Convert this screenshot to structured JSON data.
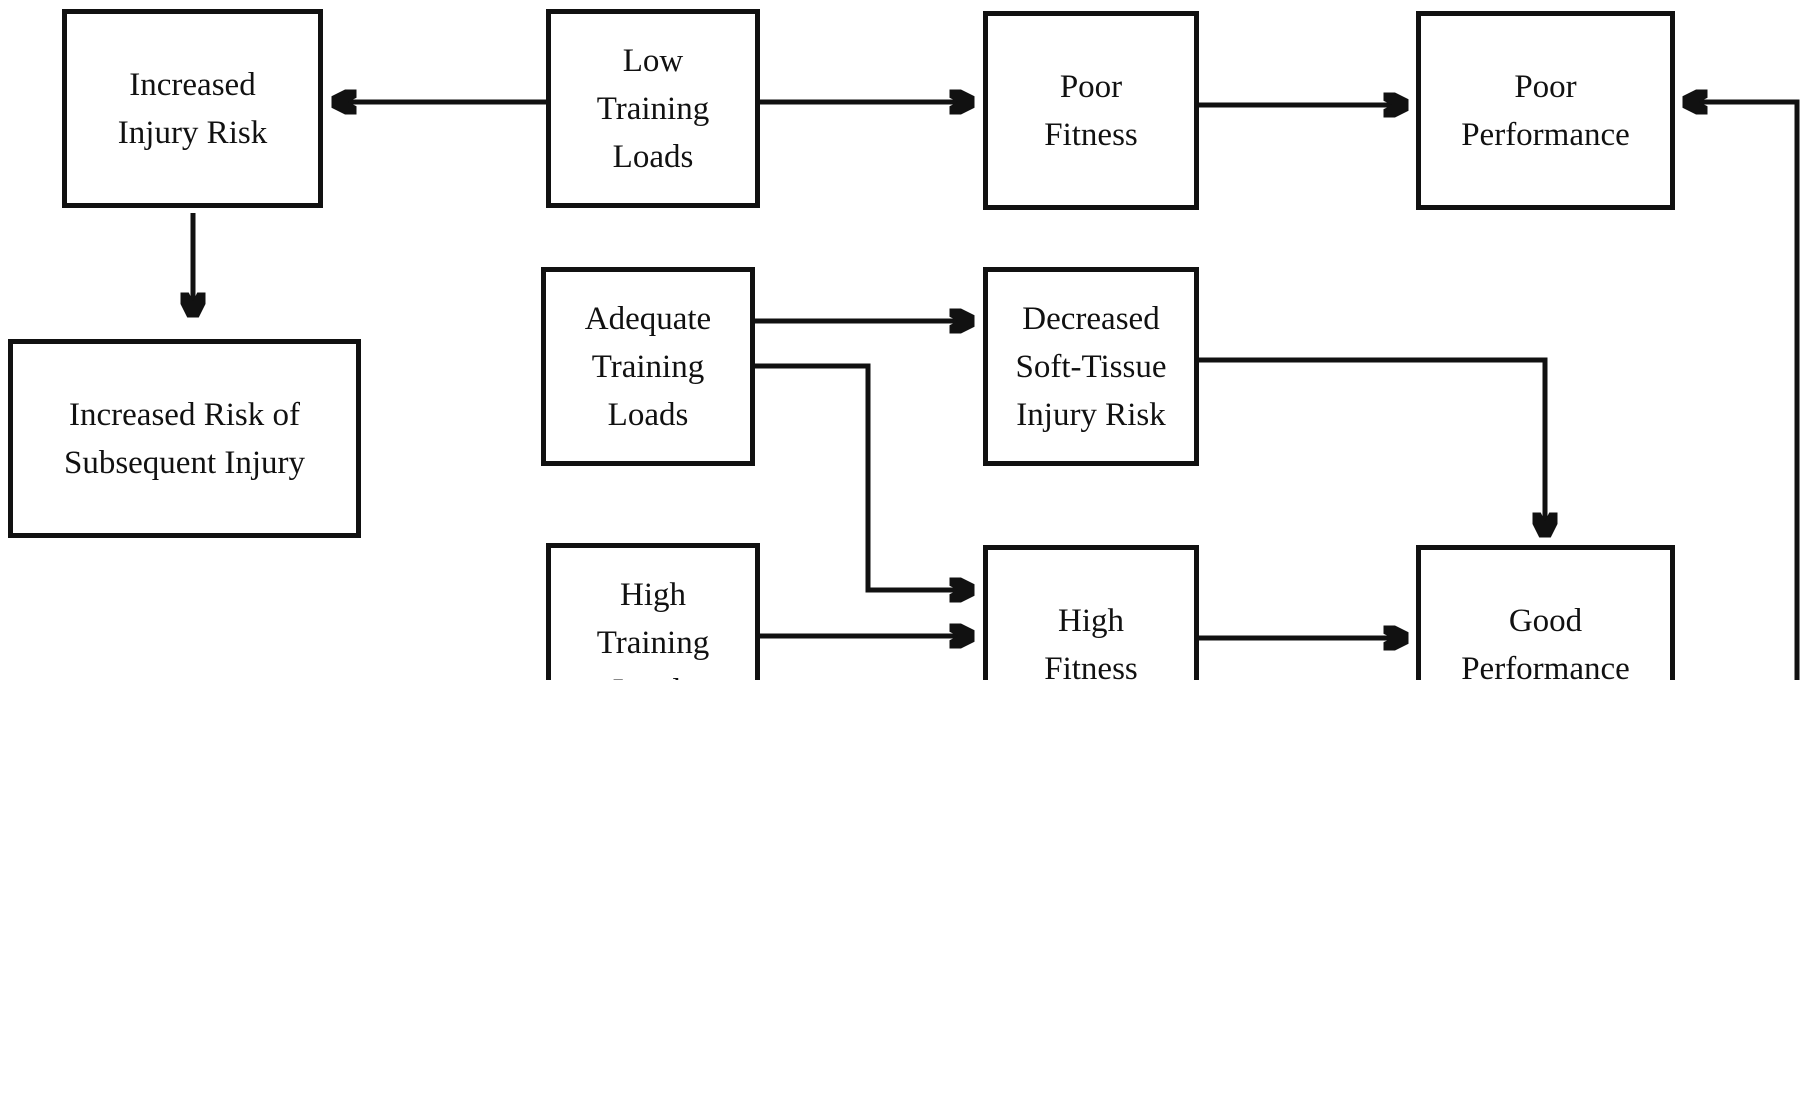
{
  "diagram": {
    "boxes": {
      "increased_injury_risk": "Increased\nInjury Risk",
      "low_training_loads": "Low\nTraining\nLoads",
      "poor_fitness": "Poor\nFitness",
      "poor_performance": "Poor\nPerformance",
      "increased_risk_subsequent": "Increased Risk of\nSubsequent Injury",
      "adequate_training_loads": "Adequate\nTraining\nLoads",
      "decreased_soft_tissue": "Decreased\nSoft-Tissue\nInjury Risk",
      "high_training_loads": "High\nTraining\nLoads",
      "high_fitness": "High\nFitness",
      "good_performance": "Good\nPerformance"
    }
  }
}
